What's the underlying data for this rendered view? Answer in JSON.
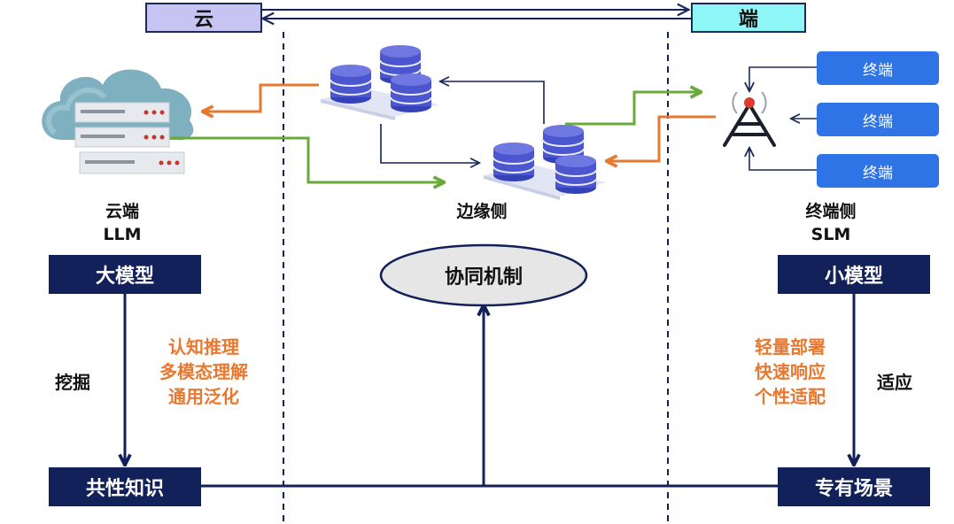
{
  "header": {
    "cloud_label": "云",
    "device_label": "端"
  },
  "cloud": {
    "title": "云端",
    "subtitle": "LLM",
    "model_label": "大模型"
  },
  "edge": {
    "title": "边缘侧",
    "mechanism_label": "协同机制"
  },
  "device": {
    "title": "终端侧",
    "subtitle": "SLM",
    "model_label": "小模型",
    "terminals": [
      "终端",
      "终端",
      "终端"
    ]
  },
  "bottom": {
    "common_knowledge": "共性知识",
    "special_scene": "专有场景"
  },
  "left_flow": {
    "action": "挖掘",
    "capabilities": [
      "认知推理",
      "多模态理解",
      "通用泛化"
    ]
  },
  "right_flow": {
    "action": "适应",
    "capabilities": [
      "轻量部署",
      "快速响应",
      "个性适配"
    ]
  },
  "colors": {
    "navy": "#12215a",
    "cloud_header": "#c7c3f3",
    "device_header": "#8ff6f8",
    "terminal": "#2f74e6",
    "orange": "#e8782f",
    "green": "#6aaa3a",
    "db": "#4450c9"
  }
}
